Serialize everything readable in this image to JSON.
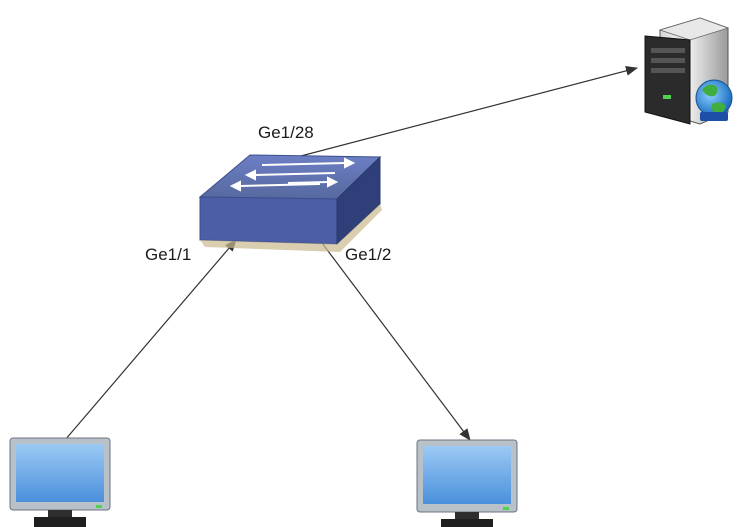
{
  "diagram": {
    "labels": {
      "uplink_port": "Ge1/28",
      "port_1": "Ge1/1",
      "port_2": "Ge1/2"
    },
    "nodes": {
      "switch": {
        "icon": "network-switch-icon",
        "color": "#4a5fa8"
      },
      "server": {
        "icon": "web-server-icon",
        "color": "#2e2e2e"
      },
      "pc_left": {
        "icon": "monitor-icon",
        "screen_color": "#6aa8e6"
      },
      "pc_right": {
        "icon": "monitor-icon",
        "screen_color": "#6aa8e6"
      }
    },
    "links": [
      {
        "from": "pc_left",
        "to": "switch",
        "port": "port_1"
      },
      {
        "from": "switch",
        "to": "pc_right",
        "port": "port_2"
      },
      {
        "from": "switch",
        "to": "server",
        "port": "uplink_port"
      }
    ]
  }
}
